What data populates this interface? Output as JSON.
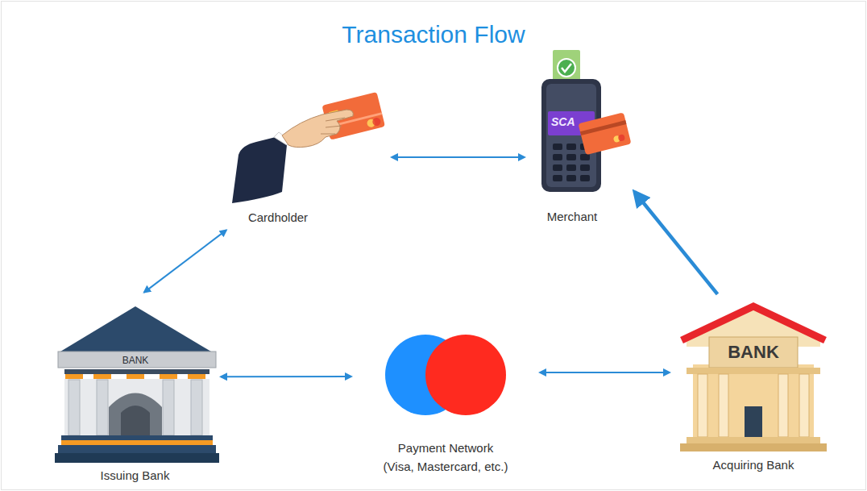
{
  "diagram": {
    "title": "Transaction Flow",
    "nodes": [
      {
        "text": [
          "Cardholder"
        ]
      },
      {
        "text": [
          "Merchant"
        ]
      },
      {
        "text": [
          "Issuing Bank"
        ]
      },
      {
        "text": [
          "Payment Network (Visa, Mastercard, etc.)"
        ]
      },
      {
        "text": [
          "Acquiring Bank"
        ]
      }
    ],
    "edges": [
      {
        "from": 0,
        "to": 1,
        "arrow": "both"
      },
      {
        "from": 0,
        "to": 2,
        "arrow": "both"
      },
      {
        "from": 2,
        "to": 3,
        "arrow": "both"
      },
      {
        "from": 3,
        "to": 4,
        "arrow": "both"
      },
      {
        "from": 4,
        "to": 1,
        "arrow": "to"
      }
    ],
    "labels": [
      "SCA",
      "BANK",
      "BANK"
    ]
  }
}
